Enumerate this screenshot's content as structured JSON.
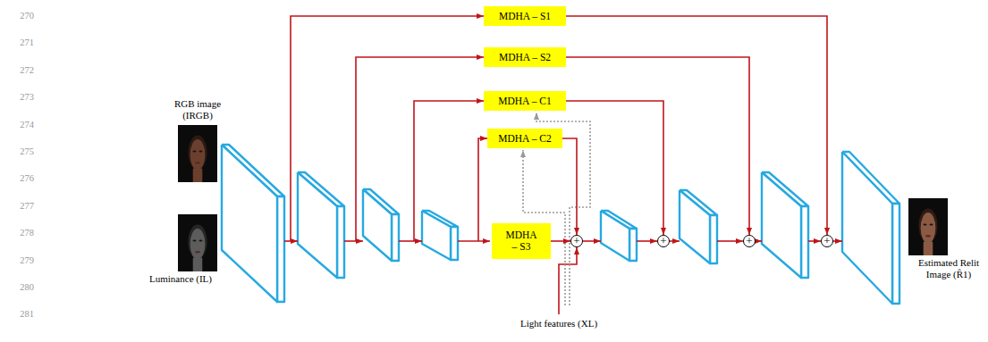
{
  "diagram": {
    "nodes": [
      {
        "text": [
          "MDHA – S1"
        ]
      },
      {
        "text": [
          "MDHA – S2"
        ]
      },
      {
        "text": [
          "MDHA – C1"
        ]
      },
      {
        "text": [
          "MDHA – C2"
        ]
      },
      {
        "text": [
          "MDHA – S3"
        ]
      },
      {
        "text": [
          "+"
        ]
      },
      {
        "text": [
          "+"
        ]
      },
      {
        "text": [
          "+"
        ]
      },
      {
        "text": [
          "+"
        ]
      }
    ],
    "edges": [
      {
        "from": 0,
        "to": 8,
        "arrow": "to"
      },
      {
        "from": 1,
        "to": 7,
        "arrow": "to"
      },
      {
        "from": 2,
        "to": 6,
        "arrow": "to"
      },
      {
        "from": 3,
        "to": 5,
        "arrow": "to"
      },
      {
        "from": 4,
        "to": 5,
        "arrow": "to"
      }
    ],
    "labels": [
      "270",
      "271",
      "272",
      "273",
      "274",
      "275",
      "276",
      "277",
      "278",
      "279",
      "280",
      "281",
      "RGB image (IRGB)",
      "Luminance (IL)",
      "Estimated Relit Image (R̂1)",
      "Light features (XL)"
    ]
  }
}
